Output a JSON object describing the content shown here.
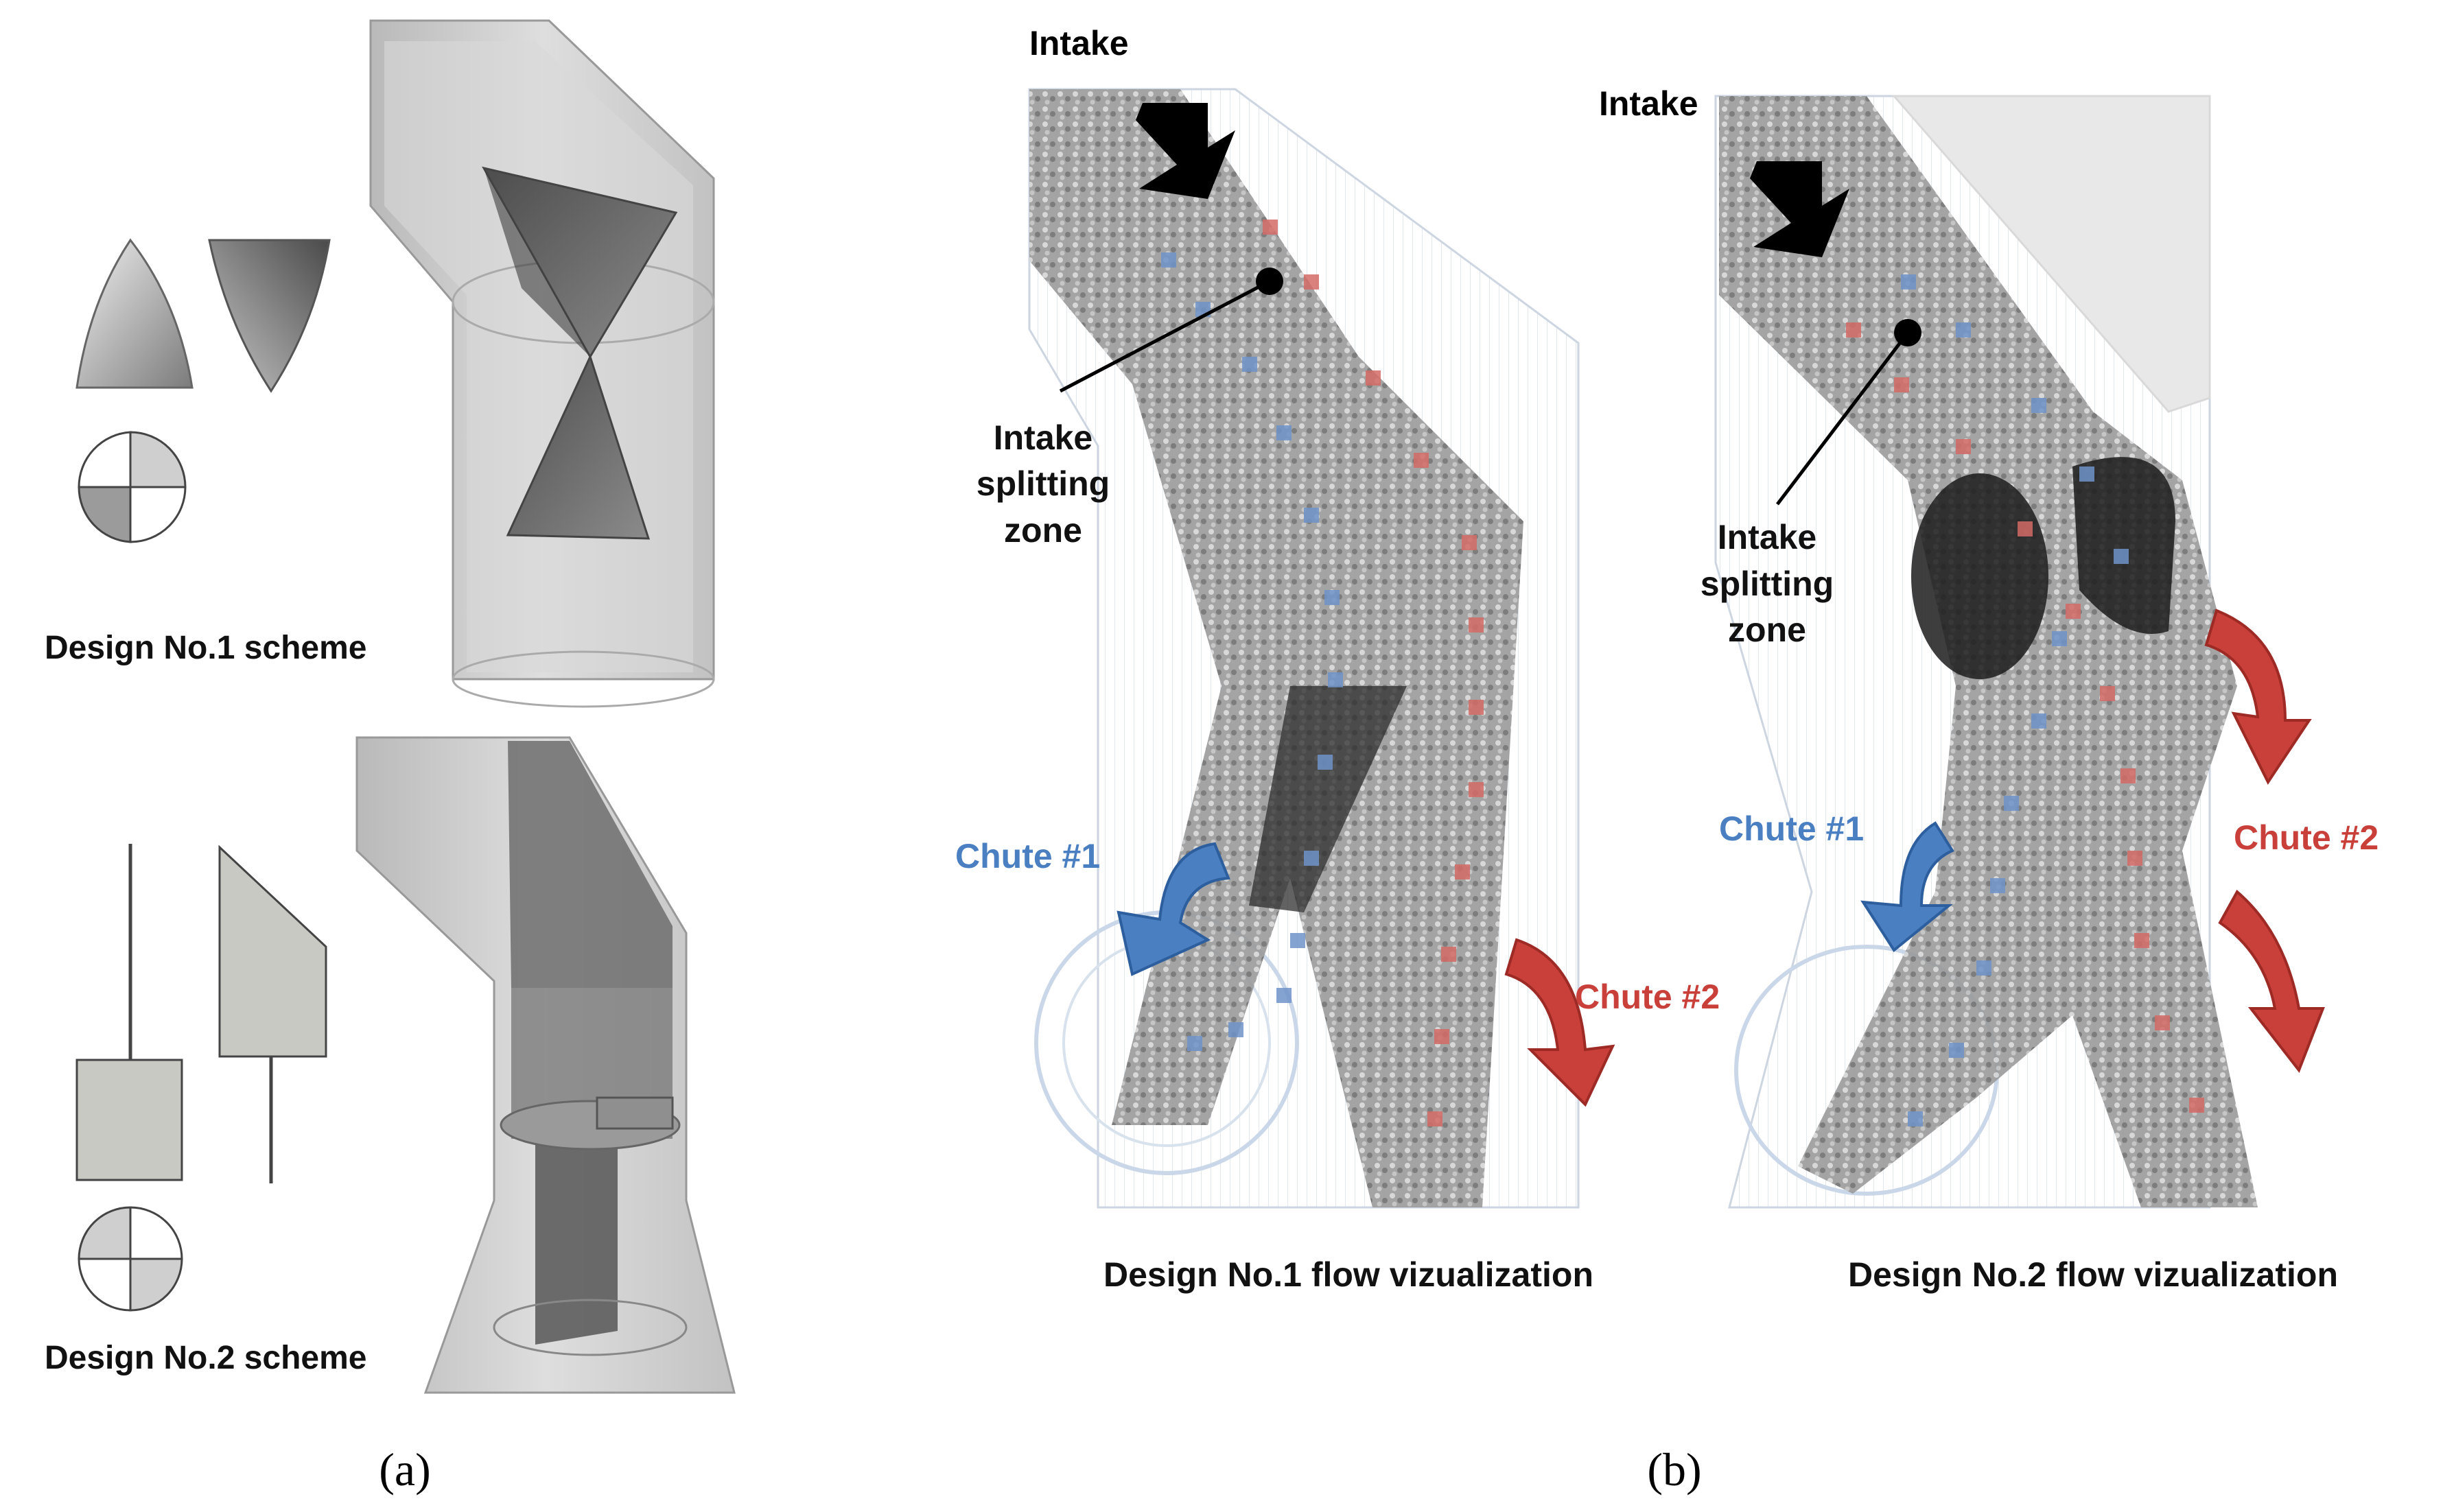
{
  "panel_a": {
    "design1_label": "Design No.1 scheme",
    "design2_label": "Design No.2 scheme",
    "caption": "(a)"
  },
  "panel_b": {
    "design1": {
      "intake_label": "Intake",
      "splitting_label_line1": "Intake",
      "splitting_label_line2": "splitting",
      "splitting_label_line3": "zone",
      "chute1_label": "Chute #1",
      "chute2_label": "Chute #2",
      "caption": "Design  No.1  flow  vizualization"
    },
    "design2": {
      "intake_label": "Intake",
      "splitting_label_line1": "Intake",
      "splitting_label_line2": "splitting",
      "splitting_label_line3": "zone",
      "chute1_label": "Chute #1",
      "chute2_label": "Chute #2",
      "caption": "Design  No.2  flow  vizualization"
    },
    "caption": "(b)"
  },
  "colors": {
    "chute1_blue": "#4a7fc1",
    "chute2_red": "#c9403a",
    "particle_gray": "#8a8a8a",
    "pipe_gray": "#c8c8c8",
    "blade_dark": "#5a5a5a"
  }
}
